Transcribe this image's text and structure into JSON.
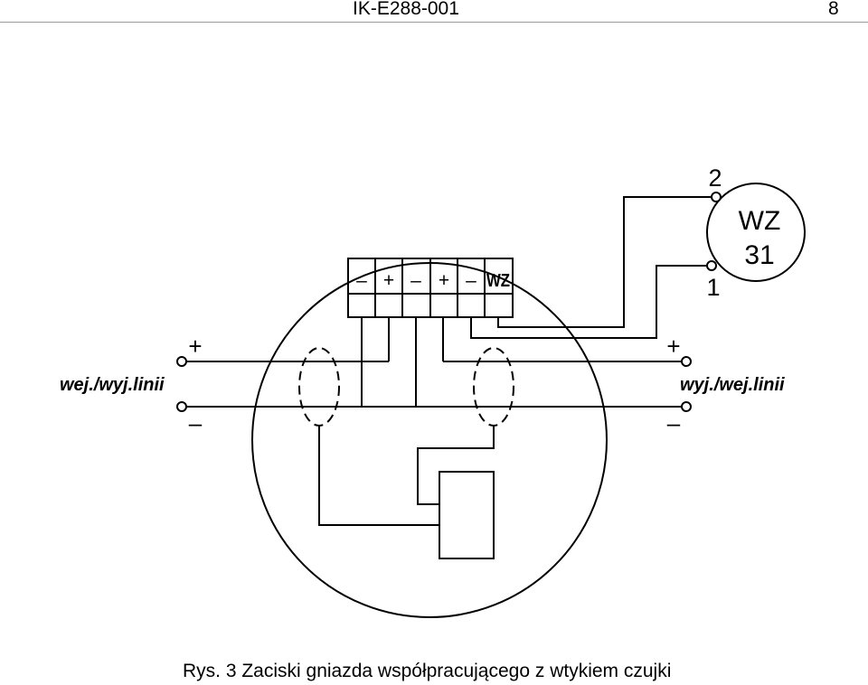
{
  "header": {
    "doc_code": "IK-E288-001",
    "page_number": "8"
  },
  "diagram": {
    "terminals": [
      "–",
      "+",
      "–",
      "+",
      "–",
      "WZ"
    ],
    "left_line_label": "wej./wyj.linii",
    "right_line_label": "wyj./wej.linii",
    "left_plus": "+",
    "left_minus": "–",
    "right_plus": "+",
    "right_minus": "–",
    "wz_label": "WZ",
    "wz_number": "31",
    "pin_top": "2",
    "pin_bottom": "1"
  },
  "caption": "Rys. 3 Zaciski gniazda współpracującego z wtykiem czujki"
}
